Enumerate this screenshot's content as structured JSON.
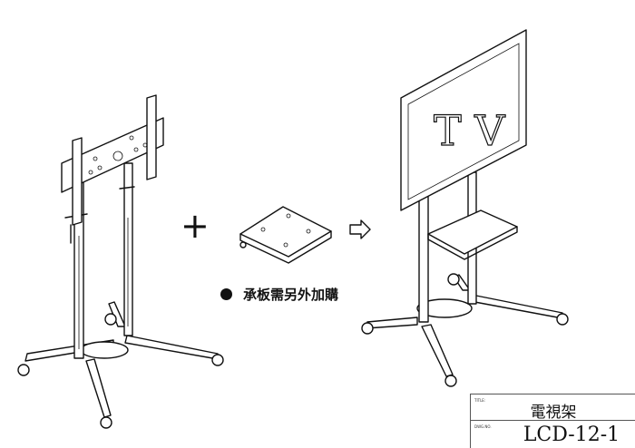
{
  "drawing": {
    "tv_label": "T V",
    "note": "承板需另外加購",
    "plus_symbol": "+"
  },
  "title_block": {
    "title_label": "TITLE:",
    "title_value": "電視架",
    "dwg_label": "DWG.NO.",
    "dwg_value": "LCD-12-1"
  }
}
